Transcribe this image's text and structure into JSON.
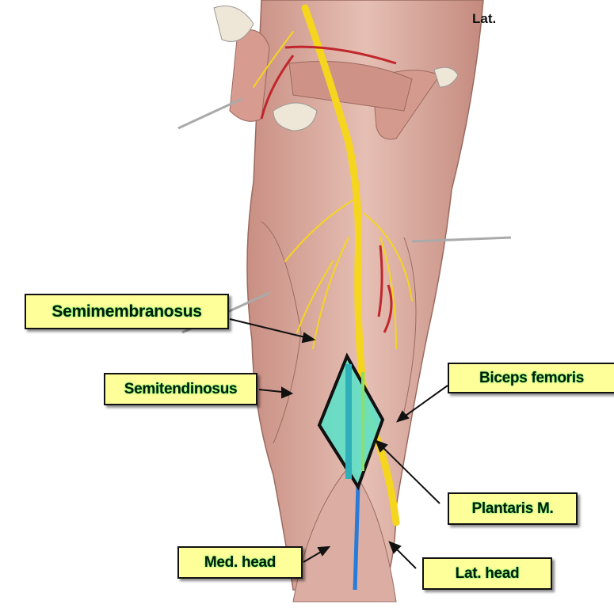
{
  "orientation_label": "Lat.",
  "labels": {
    "semimembranosus": "Semimembranosus",
    "semitendinosus": "Semitendinosus",
    "biceps_femoris": "Biceps femoris",
    "plantaris": "Plantaris M.",
    "med_head": "Med. head",
    "lat_head": "Lat. head"
  },
  "colors": {
    "label_bg": "#ffff99",
    "muscle": "#d9a89c",
    "nerve": "#f5d51e",
    "artery": "#c0262b",
    "vein": "#2a7bd6",
    "popliteal_fossa": "#5fe0c8"
  }
}
